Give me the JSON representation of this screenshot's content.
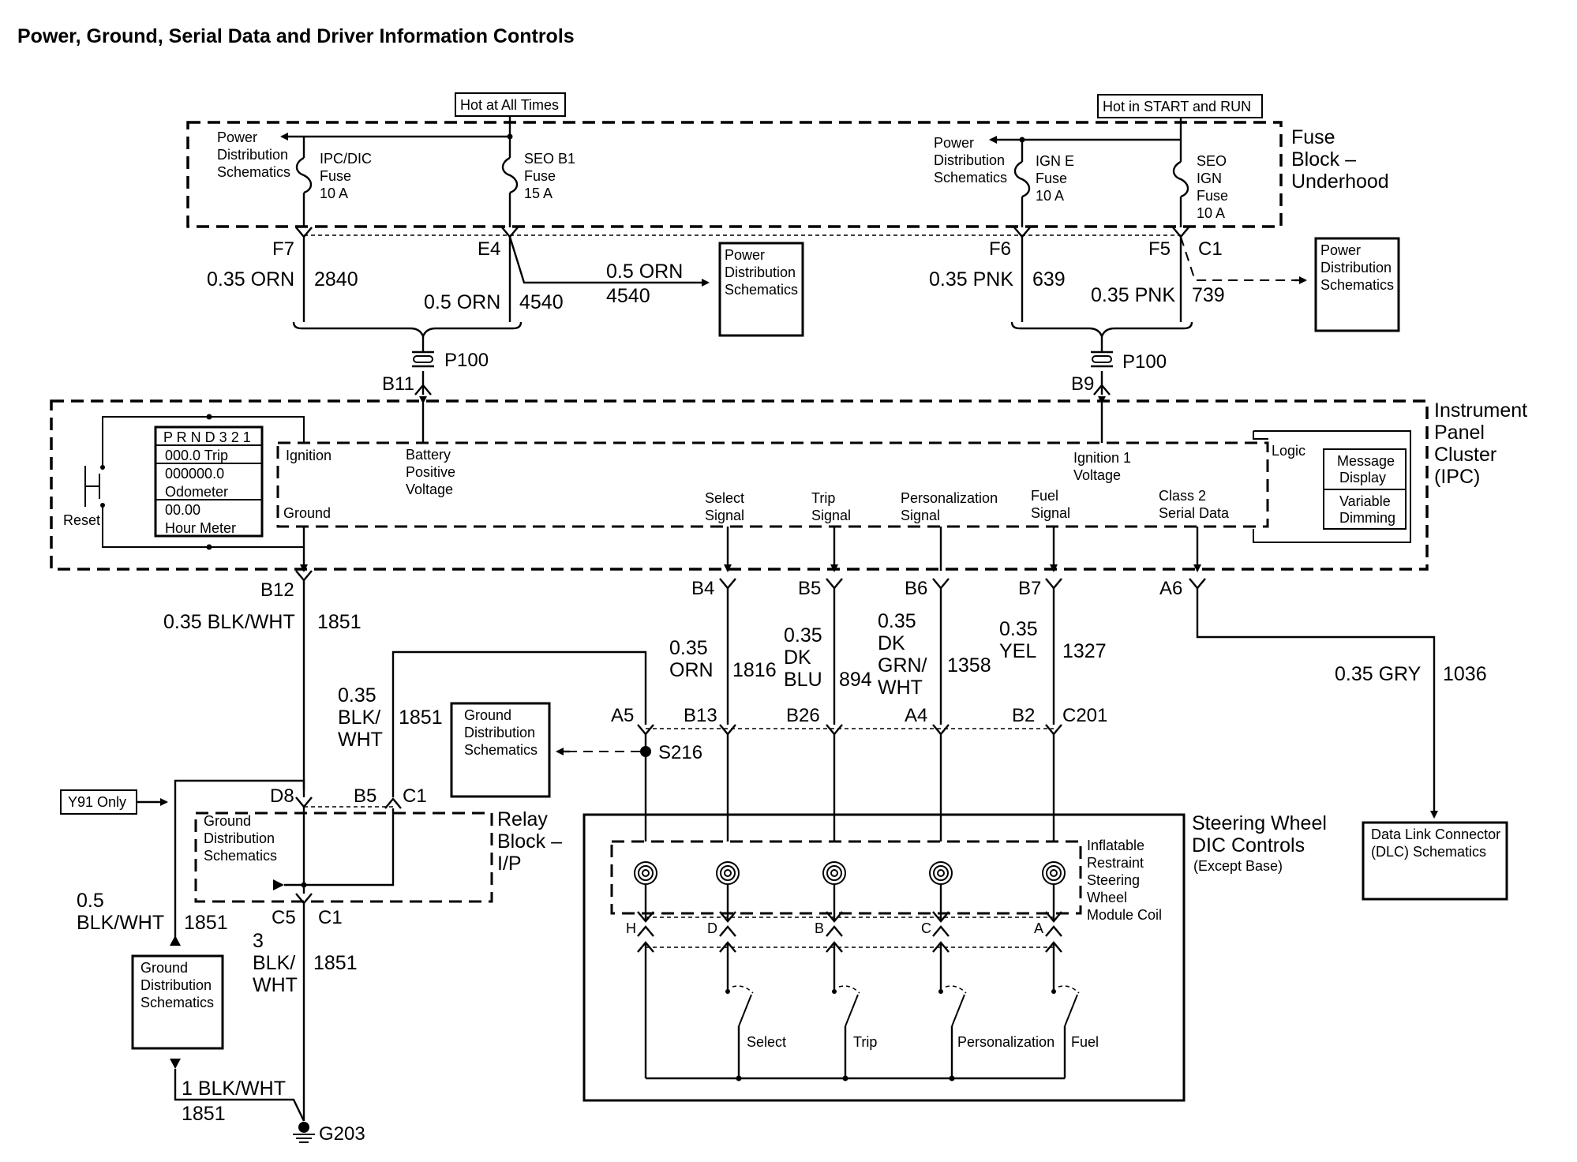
{
  "title": "Power, Ground, Serial Data and Driver Information Controls",
  "hot_at_all_times": "Hot at All Times",
  "hot_in_start_run": "Hot in START and RUN",
  "fuse_block": {
    "l1": "Fuse",
    "l2": "Block –",
    "l3": "Underhood"
  },
  "pds_left": {
    "l1": "Power",
    "l2": "Distribution",
    "l3": "Schematics"
  },
  "fuse_ipc": {
    "l1": "IPC/DIC",
    "l2": "Fuse",
    "l3": "10 A"
  },
  "fuse_seo_b1": {
    "l1": "SEO B1",
    "l2": "Fuse",
    "l3": "15 A"
  },
  "pds_right": {
    "l1": "Power",
    "l2": "Distribution",
    "l3": "Schematics"
  },
  "fuse_ign_e": {
    "l1": "IGN E",
    "l2": "Fuse",
    "l3": "10 A"
  },
  "fuse_seo_ign": {
    "l1": "SEO",
    "l2": "IGN",
    "l3": "Fuse",
    "l4": "10 A"
  },
  "pins": {
    "f7": "F7",
    "e4": "E4",
    "f6": "F6",
    "f5": "F5",
    "c1_fuse": "C1",
    "b11": "B11",
    "b9": "B9",
    "p100_a": "P100",
    "p100_b": "P100",
    "b12": "B12",
    "b4": "B4",
    "b5": "B5",
    "b6": "B6",
    "b7": "B7",
    "a6": "A6",
    "a5": "A5",
    "b13": "B13",
    "b26": "B26",
    "a4": "A4",
    "b2": "B2",
    "c201": "C201",
    "s216": "S216",
    "d8": "D8",
    "b5_relay": "B5",
    "c1_relay": "C1",
    "c5": "C5",
    "c1_low": "C1",
    "g203": "G203",
    "h": "H",
    "d": "D",
    "b": "B",
    "c": "C",
    "a": "A"
  },
  "wires": {
    "w2840": {
      "gauge": "0.35 ORN",
      "circuit": "2840"
    },
    "w4540": {
      "gauge": "0.5 ORN",
      "circuit": "4540"
    },
    "w4540_branch": {
      "gauge": "0.5 ORN",
      "circuit": "4540"
    },
    "w639": {
      "gauge": "0.35 PNK",
      "circuit": "639"
    },
    "w739": {
      "gauge": "0.35 PNK",
      "circuit": "739"
    },
    "w1851_top": {
      "gauge": "0.35 BLK/WHT",
      "circuit": "1851"
    },
    "w1851_mid": {
      "l1": "0.35",
      "l2": "BLK/",
      "l3": "WHT",
      "circuit": "1851"
    },
    "w1816": {
      "l1": "0.35",
      "l2": "ORN",
      "circuit": "1816"
    },
    "w894": {
      "l1": "0.35",
      "l2": "DK",
      "l3": "BLU",
      "circuit": "894"
    },
    "w1358": {
      "l1": "0.35",
      "l2": "DK",
      "l3": "GRN/",
      "l4": "WHT",
      "circuit": "1358"
    },
    "w1327": {
      "l1": "0.35",
      "l2": "YEL",
      "circuit": "1327"
    },
    "w1036": {
      "gauge": "0.35 GRY",
      "circuit": "1036"
    },
    "w1851_left": {
      "l1": "0.5",
      "l2": "BLK/WHT",
      "circuit": "1851"
    },
    "w1851_low": {
      "l1": "3",
      "l2": "BLK/",
      "l3": "WHT",
      "circuit": "1851"
    },
    "w1851_g": {
      "gauge": "1 BLK/WHT",
      "circuit": "1851"
    }
  },
  "pds_box_mid": {
    "l1": "Power",
    "l2": "Distribution",
    "l3": "Schematics"
  },
  "pds_box_right": {
    "l1": "Power",
    "l2": "Distribution",
    "l3": "Schematics"
  },
  "ipc": {
    "label": {
      "l1": "Instrument",
      "l2": "Panel",
      "l3": "Cluster",
      "l4": "(IPC)"
    },
    "display": {
      "prnd": "P R N D 3 2 1",
      "trip": "000.0 Trip",
      "odo_val": "000000.0",
      "odo": "Odometer",
      "hour_val": "00.00",
      "hour": "Hour Meter"
    },
    "reset": "Reset",
    "ignition": "Ignition",
    "ground": "Ground",
    "battery": {
      "l1": "Battery",
      "l2": "Positive",
      "l3": "Voltage"
    },
    "ign1": {
      "l1": "Ignition 1",
      "l2": "Voltage"
    },
    "logic": "Logic",
    "msg": {
      "l1": "Message",
      "l2": "Display"
    },
    "dim": {
      "l1": "Variable",
      "l2": "Dimming"
    },
    "select": {
      "l1": "Select",
      "l2": "Signal"
    },
    "trip": {
      "l1": "Trip",
      "l2": "Signal"
    },
    "personal": {
      "l1": "Personalization",
      "l2": "Signal"
    },
    "fuel": {
      "l1": "Fuel",
      "l2": "Signal"
    },
    "class2": {
      "l1": "Class 2",
      "l2": "Serial Data"
    }
  },
  "gds_box_mid": {
    "l1": "Ground",
    "l2": "Distribution",
    "l3": "Schematics"
  },
  "gds_relay": {
    "l1": "Ground",
    "l2": "Distribution",
    "l3": "Schematics"
  },
  "gds_box_left": {
    "l1": "Ground",
    "l2": "Distribution",
    "l3": "Schematics"
  },
  "relay_block": {
    "l1": "Relay",
    "l2": "Block –",
    "l3": "I/P"
  },
  "y91": "Y91 Only",
  "steering": {
    "l1": "Steering Wheel",
    "l2": "DIC Controls",
    "l3": "(Except Base)"
  },
  "coil": {
    "l1": "Inflatable",
    "l2": "Restraint",
    "l3": "Steering",
    "l4": "Wheel",
    "l5": "Module Coil"
  },
  "switches": {
    "select": "Select",
    "trip": "Trip",
    "personal": "Personalization",
    "fuel": "Fuel"
  },
  "dlc": {
    "l1": "Data Link Connector",
    "l2": "(DLC) Schematics"
  }
}
